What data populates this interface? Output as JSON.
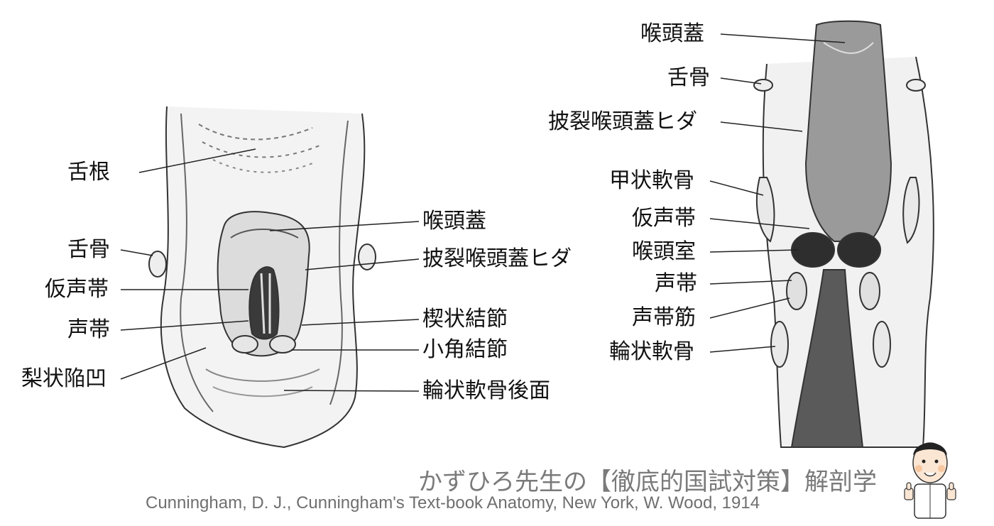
{
  "left_figure": {
    "labels_left": [
      "舌根",
      "舌骨",
      "仮声帯",
      "声帯",
      "梨状陥凹"
    ],
    "labels_right": [
      "喉頭蓋",
      "披裂喉頭蓋ヒダ",
      "楔状結節",
      "小角結節",
      "輪状軟骨後面"
    ]
  },
  "right_figure": {
    "labels": [
      "喉頭蓋",
      "舌骨",
      "披裂喉頭蓋ヒダ",
      "甲状軟骨",
      "仮声帯",
      "喉頭室",
      "声帯",
      "声帯筋",
      "輪状軟骨"
    ]
  },
  "credit": {
    "title": "かずひろ先生の【徹底的国試対策】解剖学",
    "citation": "Cunningham, D. J., Cunningham's Text-book Anatomy, New York, W. Wood, 1914"
  }
}
